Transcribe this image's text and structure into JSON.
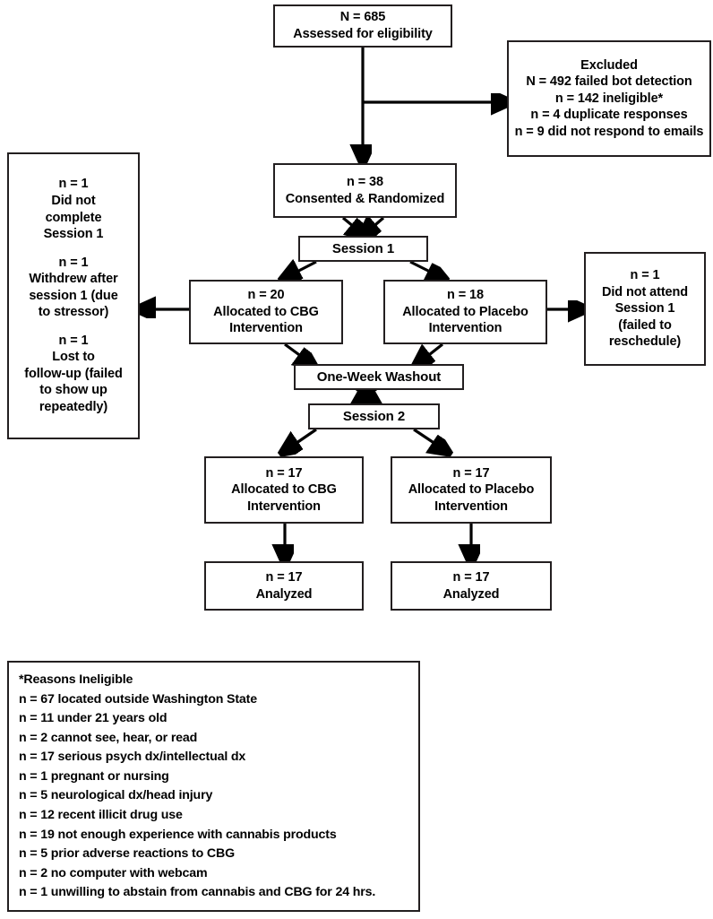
{
  "diagram": {
    "title": "CONSORT participant flow diagram",
    "stroke_color": "#231f20",
    "arrow_color": "#000000",
    "background": "#ffffff"
  },
  "nodes": {
    "assessed": {
      "line1": "N = 685",
      "line2": "Assessed for eligibility"
    },
    "excluded": {
      "line1": "Excluded",
      "line2": "N = 492 failed bot detection",
      "line3": "n = 142 ineligible*",
      "line4": "n = 4 duplicate responses",
      "line5": "n = 9 did not respond to emails"
    },
    "consented": {
      "line1": "n = 38",
      "line2": "Consented & Randomized"
    },
    "session1_label": {
      "line1": "Session 1"
    },
    "left_attrition": {
      "g1_line1": "n = 1",
      "g1_line2": "Did not",
      "g1_line3": "complete",
      "g1_line4": "Session 1",
      "g2_line1": "n = 1",
      "g2_line2": "Withdrew after",
      "g2_line3": "session 1 (due",
      "g2_line4": "to stressor)",
      "g3_line1": "n = 1",
      "g3_line2": "Lost to",
      "g3_line3": "follow-up (failed",
      "g3_line4": "to show up",
      "g3_line5": "repeatedly)"
    },
    "right_attrition": {
      "line1": "n = 1",
      "line2": "Did not attend",
      "line3": "Session 1",
      "line4": "(failed to",
      "line5": "reschedule)"
    },
    "alloc_cbg_s1": {
      "line1": "n = 20",
      "line2": "Allocated to CBG",
      "line3": "Intervention"
    },
    "alloc_placebo_s1": {
      "line1": "n = 18",
      "line2": "Allocated to Placebo",
      "line3": "Intervention"
    },
    "washout": {
      "line1": "One-Week Washout"
    },
    "session2_label": {
      "line1": "Session 2"
    },
    "alloc_cbg_s2": {
      "line1": "n = 17",
      "line2": "Allocated to CBG",
      "line3": "Intervention"
    },
    "alloc_placebo_s2": {
      "line1": "n = 17",
      "line2": "Allocated to Placebo",
      "line3": "Intervention"
    },
    "analyzed_cbg": {
      "line1": "n = 17",
      "line2": "Analyzed"
    },
    "analyzed_placebo": {
      "line1": "n = 17",
      "line2": "Analyzed"
    }
  },
  "legend": {
    "heading": "*Reasons Ineligible",
    "rows": [
      "n = 67 located outside Washington State",
      "n = 11 under 21 years old",
      "n = 2 cannot see, hear, or read",
      "n = 17 serious psych dx/intellectual dx",
      "n = 1 pregnant or nursing",
      "n = 5 neurological dx/head injury",
      "n = 12 recent illicit drug use",
      "n = 19 not enough experience with cannabis products",
      "n = 5 prior adverse reactions to CBG",
      "n = 2 no computer with webcam",
      "n = 1 unwilling to abstain from cannabis and CBG for 24 hrs."
    ]
  }
}
